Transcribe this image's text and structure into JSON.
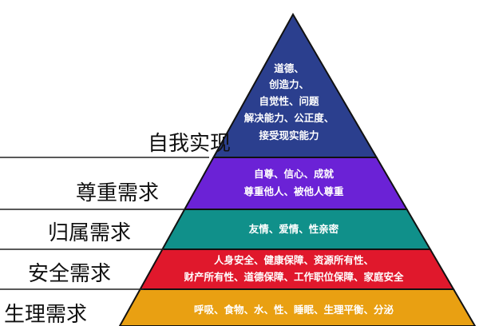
{
  "levels": [
    {
      "name": "自我实现",
      "color": "#2b3f8e",
      "lines": [
        "道德、",
        "创造力、",
        "自觉性、问题",
        "解决能力、公正度、",
        "接受现实能力"
      ]
    },
    {
      "name": "尊重需求",
      "color": "#6b22d6",
      "lines": [
        "自尊、信心、成就",
        "尊重他人、被他人尊重"
      ]
    },
    {
      "name": "归属需求",
      "color": "#10908a",
      "lines": [
        "友情、爱情、性亲密"
      ]
    },
    {
      "name": "安全需求",
      "color": "#e0182c",
      "lines": [
        "人身安全、健康保障、资源所有性、",
        "财产所有性、道德保障、工作职位保障、家庭安全"
      ]
    },
    {
      "name": "生理需求",
      "color": "#e9a012",
      "lines": [
        "呼吸、食物、水、性、睡眠、生理平衡、分泌"
      ]
    }
  ]
}
